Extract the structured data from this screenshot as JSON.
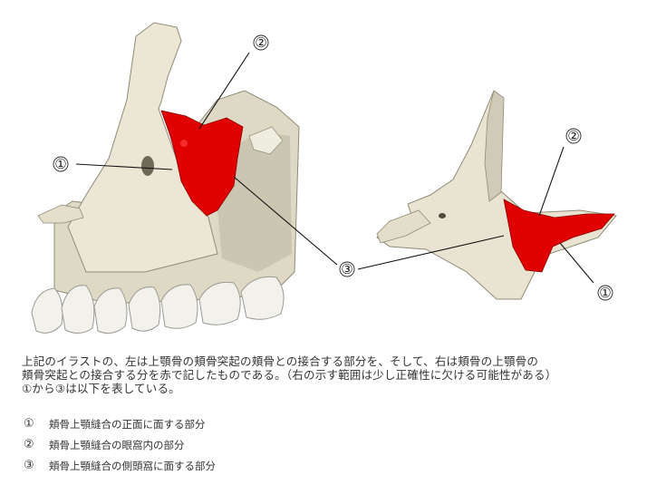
{
  "figure": {
    "left_markers": [
      "①",
      "②",
      "③"
    ],
    "right_markers": [
      "①",
      "②"
    ],
    "colors": {
      "bone": "#e6e2cf",
      "bone_shadow": "#b9b5a2",
      "tooth": "#f1f0eb",
      "suture": "#e00000",
      "line": "#111111"
    }
  },
  "caption": {
    "line1": "上記のイラストの、左は上顎骨の頬骨突起の頬骨との接合する部分を、そして、右は頬骨の上顎骨の",
    "line2": "頬骨突起との接合する分を赤で記したものである。（右の示す範囲は少し正確性に欠ける可能性がある）",
    "line3": "①から③は以下を表している。"
  },
  "items": [
    {
      "num": "①",
      "text": "頬骨上顎縫合の正面に面する部分"
    },
    {
      "num": "②",
      "text": "頬骨上顎縫合の眼窩内の部分"
    },
    {
      "num": "③",
      "text": "頬骨上顎縫合の側頭窩に面する部分"
    }
  ]
}
